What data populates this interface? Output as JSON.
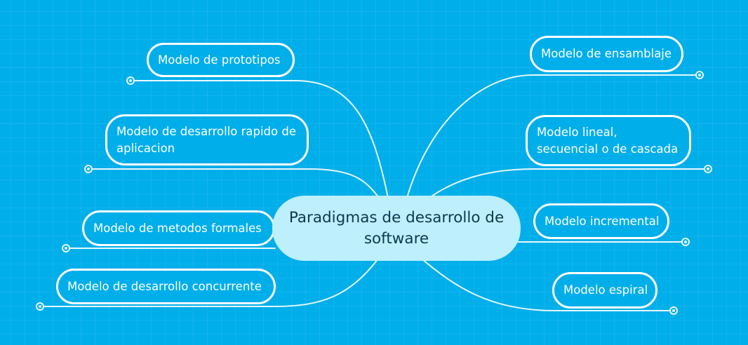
{
  "mindmap": {
    "central": {
      "label": "Paradigmas de desarrollo de software",
      "fill": "#BDEFFD",
      "text_color": "#0B3A4E"
    },
    "background_color": "#00AEEA",
    "line_color": "#E6F8FF",
    "left_branches": [
      {
        "label": "Modelo de prototipos"
      },
      {
        "label": "Modelo de desarrollo rapido de aplicacion"
      },
      {
        "label": "Modelo de metodos formales"
      },
      {
        "label": "Modelo de desarrollo concurrente"
      }
    ],
    "right_branches": [
      {
        "label": "Modelo de ensamblaje"
      },
      {
        "label": "Modelo lineal, secuencial o de cascada"
      },
      {
        "label": "Modelo incremental"
      },
      {
        "label": "Modelo espiral"
      }
    ],
    "collapse_toggle_icon": "circle-dot-icon"
  }
}
